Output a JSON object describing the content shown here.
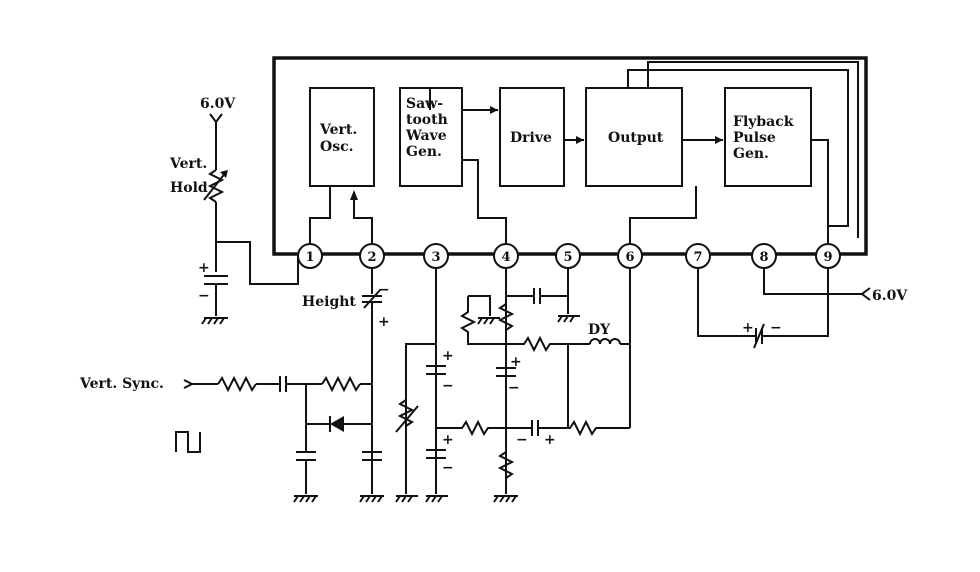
{
  "blocks": [
    {
      "id": "vert-osc",
      "lines": [
        "Vert.",
        "Osc."
      ]
    },
    {
      "id": "sawtooth",
      "lines": [
        "Saw-",
        "tooth",
        "Wave",
        "Gen."
      ]
    },
    {
      "id": "drive",
      "lines": [
        "Drive"
      ]
    },
    {
      "id": "output",
      "lines": [
        "Output"
      ]
    },
    {
      "id": "flyback",
      "lines": [
        "Flyback",
        "Pulse",
        "Gen."
      ]
    }
  ],
  "pins": [
    "1",
    "2",
    "3",
    "4",
    "5",
    "6",
    "7",
    "8",
    "9"
  ],
  "labels": {
    "supply_left": "6.0V",
    "vert_hold_1": "Vert.",
    "vert_hold_2": "Hold",
    "height": "Height",
    "vert_sync": "Vert. Sync.",
    "dy": "DY",
    "supply_right": "6.0V"
  },
  "polarity": {
    "plus": "+",
    "minus": "−"
  }
}
